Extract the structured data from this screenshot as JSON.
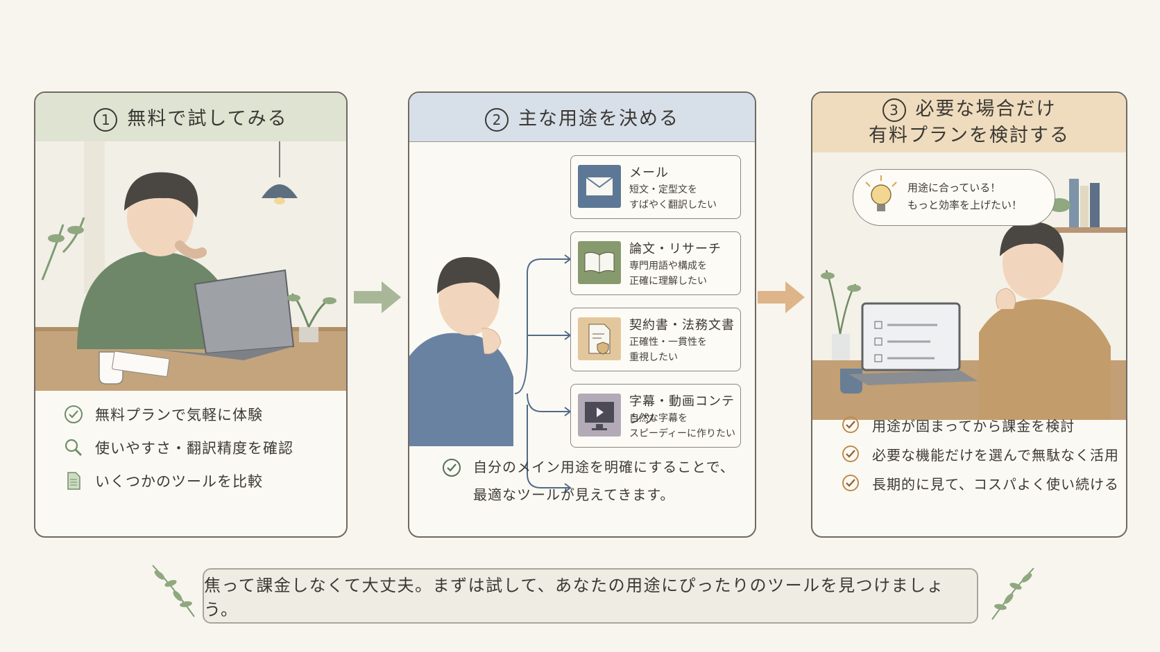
{
  "steps": [
    {
      "number": "1",
      "title": "無料で試してみる",
      "bullets": [
        {
          "icon": "check-circle-icon",
          "text": "無料プランで気軽に体験"
        },
        {
          "icon": "magnifier-icon",
          "text": "使いやすさ・翻訳精度を確認"
        },
        {
          "icon": "document-icon",
          "text": "いくつかのツールを比較"
        }
      ]
    },
    {
      "number": "2",
      "title": "主な用途を決める",
      "cards": [
        {
          "icon": "envelope-icon",
          "title": "メール",
          "desc": [
            "短文・定型文を",
            "すばやく翻訳したい"
          ]
        },
        {
          "icon": "open-book-icon",
          "title": "論文・リサーチ",
          "desc": [
            "専門用語や構成を",
            "正確に理解したい"
          ]
        },
        {
          "icon": "contract-shield-icon",
          "title": "契約書・法務文書",
          "desc": [
            "正確性・一貫性を",
            "重視したい"
          ]
        },
        {
          "icon": "video-monitor-icon",
          "title": "字幕・動画コンテンツ",
          "desc": [
            "自然な字幕を",
            "スピーディーに作りたい"
          ]
        }
      ],
      "note": [
        "自分のメイン用途を明確にすることで、",
        "最適なツールが見えてきます。"
      ]
    },
    {
      "number": "3",
      "title_lines": [
        "必要な場合だけ",
        "有料プランを検討する"
      ],
      "bubble": [
        "用途に合っている！",
        "もっと効率を上げたい！"
      ],
      "bullets": [
        {
          "icon": "check-circle-icon",
          "text": "用途が固まってから課金を検討"
        },
        {
          "icon": "check-circle-icon",
          "text": "必要な機能だけを選んで無駄なく活用"
        },
        {
          "icon": "check-circle-icon",
          "text": "長期的に見て、コスパよく使い続ける"
        }
      ]
    }
  ],
  "footer": "焦って課金しなくて大丈夫。まずは試して、あなたの用途にぴったりのツールを見つけましょう。",
  "colors": {
    "step1_header": "#dfe3d2",
    "step2_header": "#d7dfe9",
    "step3_header": "#efdcbe",
    "arrow1": "#9bab8a",
    "arrow2": "#d9a877"
  }
}
